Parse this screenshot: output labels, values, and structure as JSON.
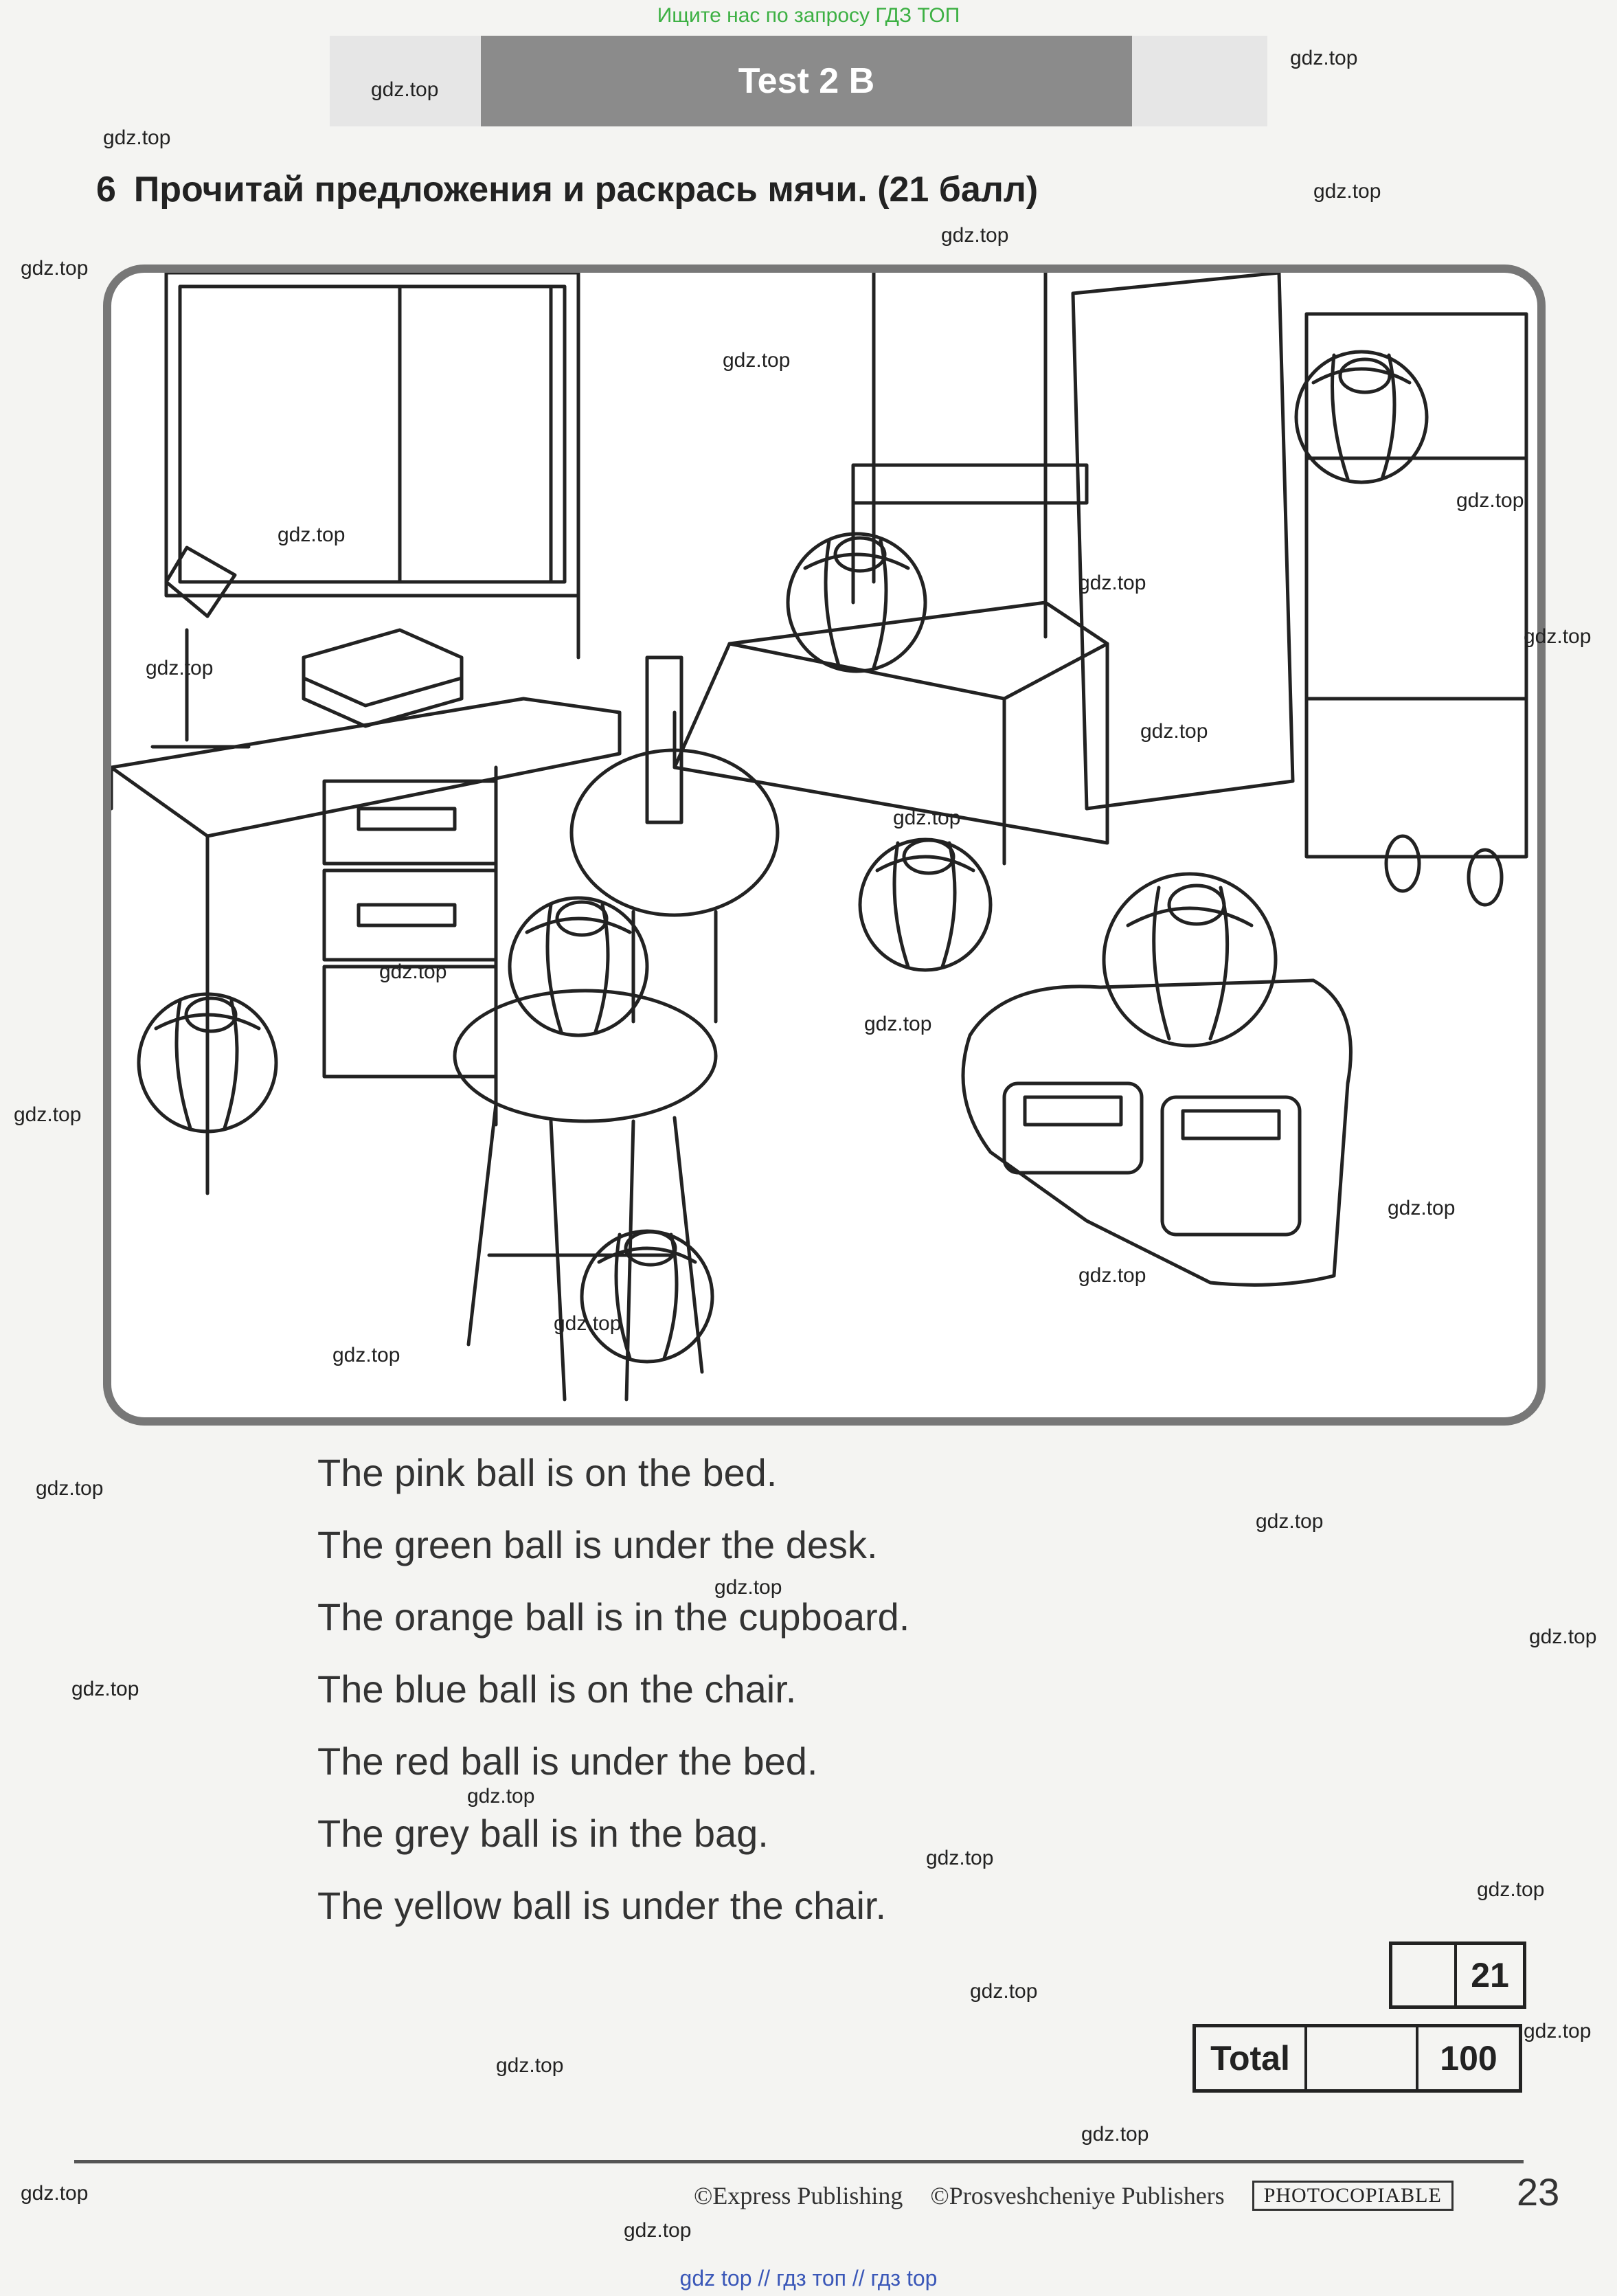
{
  "top_banner": "Ищите нас по запросу ГДЗ ТОП",
  "header": {
    "title": "Test 2 B"
  },
  "task": {
    "number": "6",
    "instruction": "Прочитай предложения и раскрась мячи. (21 балл)"
  },
  "sentences": [
    "The pink ball is on the bed.",
    "The green ball is under the desk.",
    "The orange ball is in the cupboard.",
    "The blue ball is on the chair.",
    "The red ball is under the bed.",
    "The grey ball is in the bag.",
    "The yellow ball is under the chair."
  ],
  "score": {
    "task_max": "21",
    "total_label": "Total",
    "total_max": "100"
  },
  "footer": {
    "publisher1": "©Express Publishing",
    "publisher2": "©Prosveshcheniye Publishers",
    "stamp": "PHOTOCOPIABLE",
    "page_number": "23"
  },
  "bottom_banner": "gdz top  //  гдз топ  //  гдз top",
  "watermark": "gdz.top"
}
